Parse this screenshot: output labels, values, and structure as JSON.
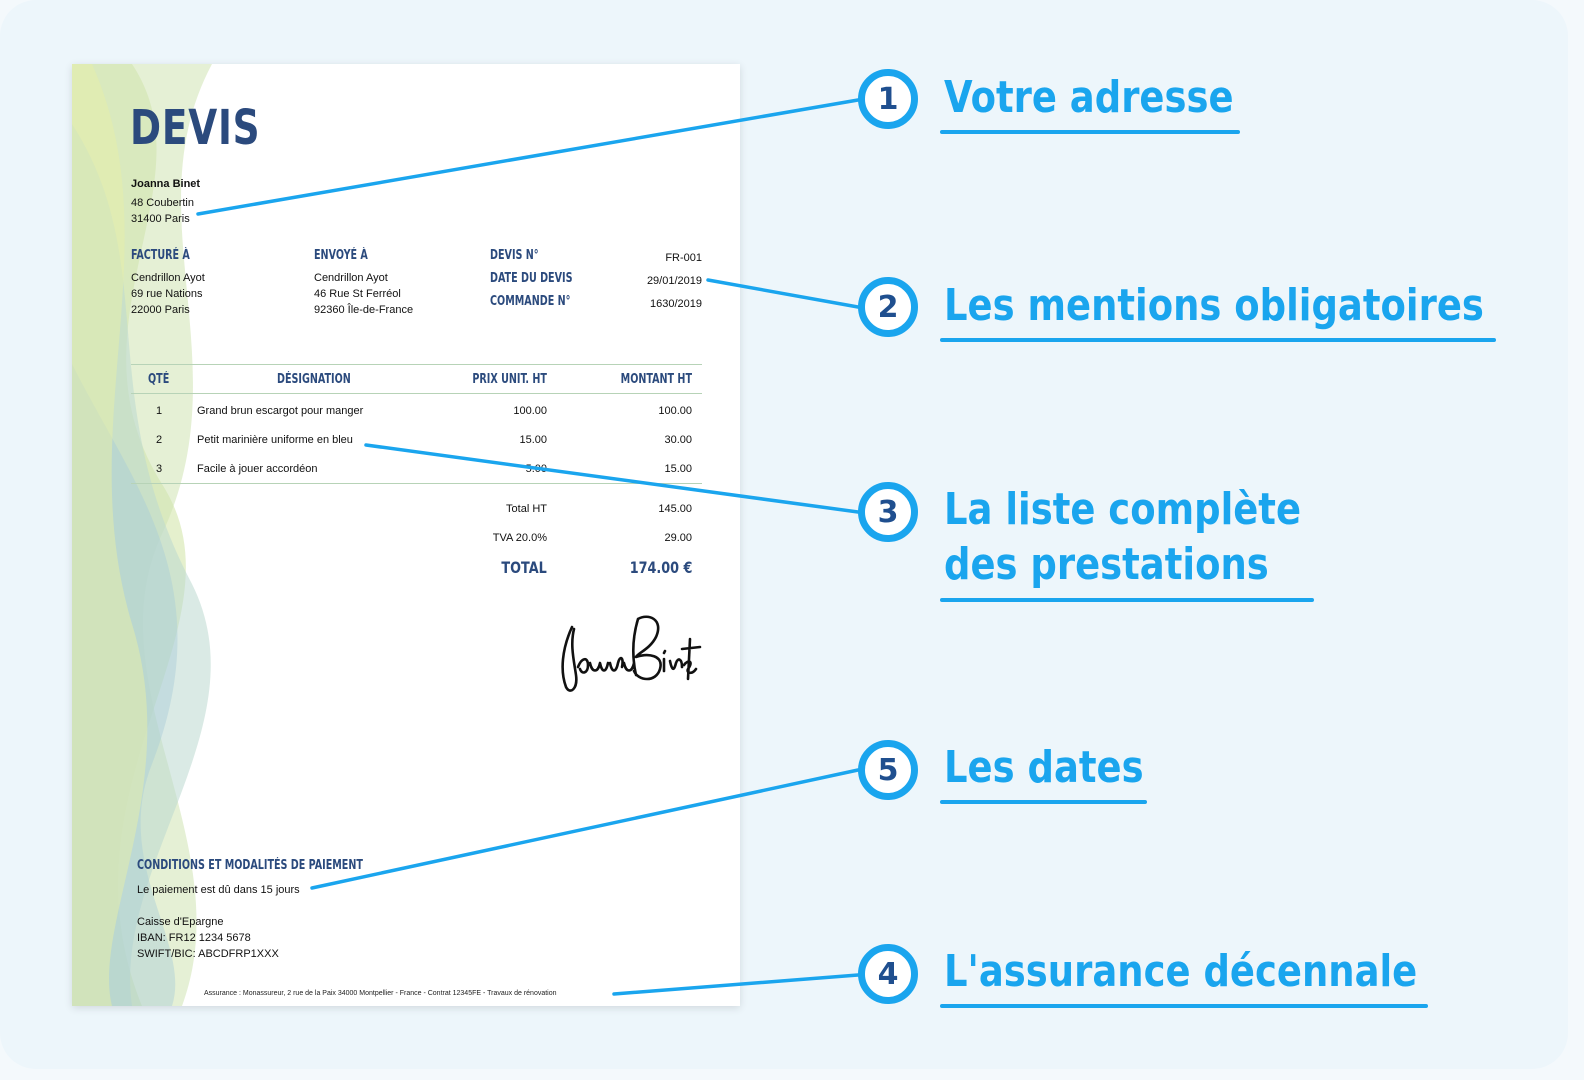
{
  "document": {
    "title": "DEVIS",
    "sender": {
      "name": "Joanna Binet",
      "address1": "48 Coubertin",
      "address2": "31400 Paris"
    },
    "billed_to": {
      "heading": "FACTURÉ À",
      "name": "Cendrillon Ayot",
      "address1": "69 rue Nations",
      "address2": "22000 Paris"
    },
    "shipped_to": {
      "heading": "ENVOYÉ À",
      "name": "Cendrillon Ayot",
      "address1": "46 Rue St Ferréol",
      "address2": "92360 Île-de-France"
    },
    "meta": [
      {
        "label": "DEVIS N°",
        "value": "FR-001"
      },
      {
        "label": "DATE DU DEVIS",
        "value": "29/01/2019"
      },
      {
        "label": "COMMANDE N°",
        "value": "1630/2019"
      }
    ],
    "table": {
      "headers": {
        "qty": "QTÉ",
        "designation": "DÉSIGNATION",
        "unit_price": "PRIX UNIT. HT",
        "amount": "MONTANT HT"
      },
      "rows": [
        {
          "qty": "1",
          "designation": "Grand brun escargot pour manger",
          "unit_price": "100.00",
          "amount": "100.00"
        },
        {
          "qty": "2",
          "designation": "Petit marinière uniforme en bleu",
          "unit_price": "15.00",
          "amount": "30.00"
        },
        {
          "qty": "3",
          "designation": "Facile à jouer accordéon",
          "unit_price": "5.00",
          "amount": "15.00"
        }
      ]
    },
    "totals": {
      "ht_label": "Total HT",
      "ht_value": "145.00",
      "tva_label": "TVA 20.0%",
      "tva_value": "29.00",
      "total_label": "TOTAL",
      "total_value": "174.00 €"
    },
    "signature_text": "JoannaBinet",
    "conditions": {
      "heading": "CONDITIONS ET MODALITÉS DE PAIEMENT",
      "terms": "Le paiement est dû dans 15 jours",
      "bank": "Caisse d'Epargne",
      "iban": "IBAN: FR12 1234 5678",
      "swift": "SWIFT/BIC: ABCDFRP1XXX"
    },
    "insurance_note": "Assurance : Monassureur, 2 rue de la Paix 34000 Montpellier - France - Contrat 12345FE - Travaux de rénovation"
  },
  "callouts": [
    {
      "number": "1",
      "label": "Votre adresse"
    },
    {
      "number": "2",
      "label": "Les mentions obligatoires"
    },
    {
      "number": "3",
      "label_line1": "La liste complète",
      "label_line2": "des prestations"
    },
    {
      "number": "5",
      "label": "Les dates"
    },
    {
      "number": "4",
      "label": "L'assurance décennale"
    }
  ],
  "colors": {
    "accent": "#1aa5ee",
    "doc_blue": "#2b4a7d",
    "badge_number": "#1f4f8f"
  }
}
